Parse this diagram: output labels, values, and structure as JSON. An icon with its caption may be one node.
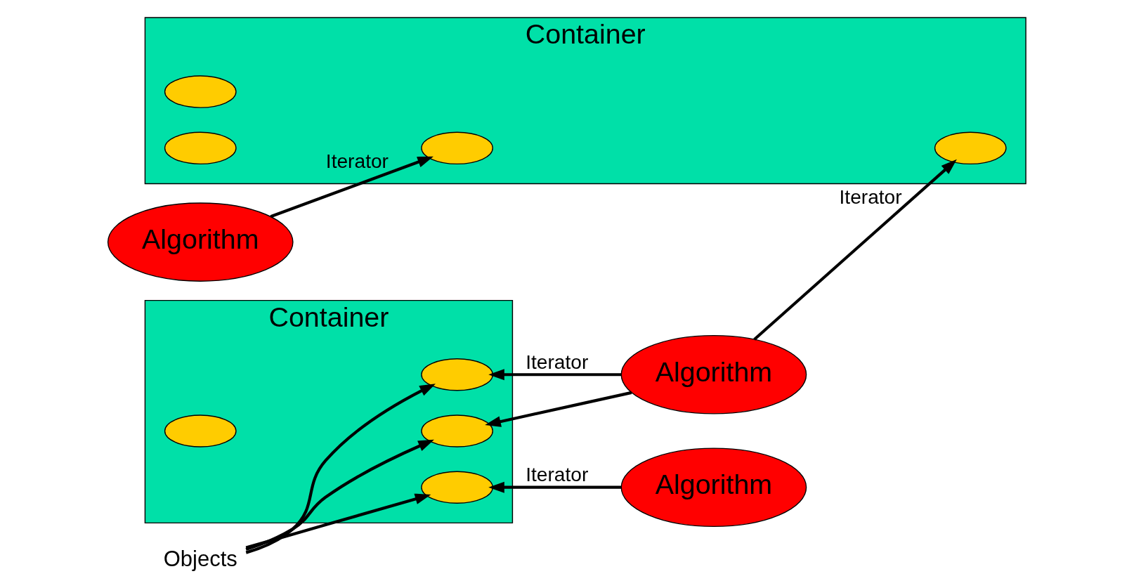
{
  "diagram": {
    "nodes": [
      {
        "text": [
          "Container"
        ]
      },
      {
        "text": [],
        "shape": "ellipse",
        "in": 0
      },
      {
        "text": [],
        "shape": "ellipse",
        "in": 0
      },
      {
        "text": [],
        "shape": "ellipse",
        "in": 0
      },
      {
        "text": [],
        "shape": "ellipse",
        "in": 0
      },
      {
        "text": [
          "Objects"
        ]
      },
      {
        "text": [
          "Algorithm"
        ]
      },
      {
        "text": [
          "Algorithm"
        ]
      },
      {
        "text": [
          "Algorithm"
        ]
      },
      {
        "text": [
          "Container"
        ]
      },
      {
        "text": [],
        "shape": "ellipse",
        "in": 9
      },
      {
        "text": [],
        "shape": "ellipse",
        "in": 9
      },
      {
        "text": [],
        "shape": "ellipse",
        "in": 9
      },
      {
        "text": [],
        "shape": "ellipse",
        "in": 9
      }
    ],
    "edges": [
      {
        "from": 6,
        "to": 1,
        "arrow": "to",
        "label": "Iterator"
      },
      {
        "from": 6,
        "to": 2,
        "arrow": "to"
      },
      {
        "from": 6,
        "to": 11,
        "arrow": "to",
        "label": "Iterator"
      },
      {
        "from": 7,
        "to": 12,
        "arrow": "to",
        "label": "Iterator"
      },
      {
        "from": 8,
        "to": 3,
        "arrow": "to",
        "label": "Iterator"
      },
      {
        "from": 5,
        "to": 1,
        "arrow": "to"
      },
      {
        "from": 5,
        "to": 2,
        "arrow": "to"
      },
      {
        "from": 5,
        "to": 3,
        "arrow": "to"
      }
    ]
  }
}
